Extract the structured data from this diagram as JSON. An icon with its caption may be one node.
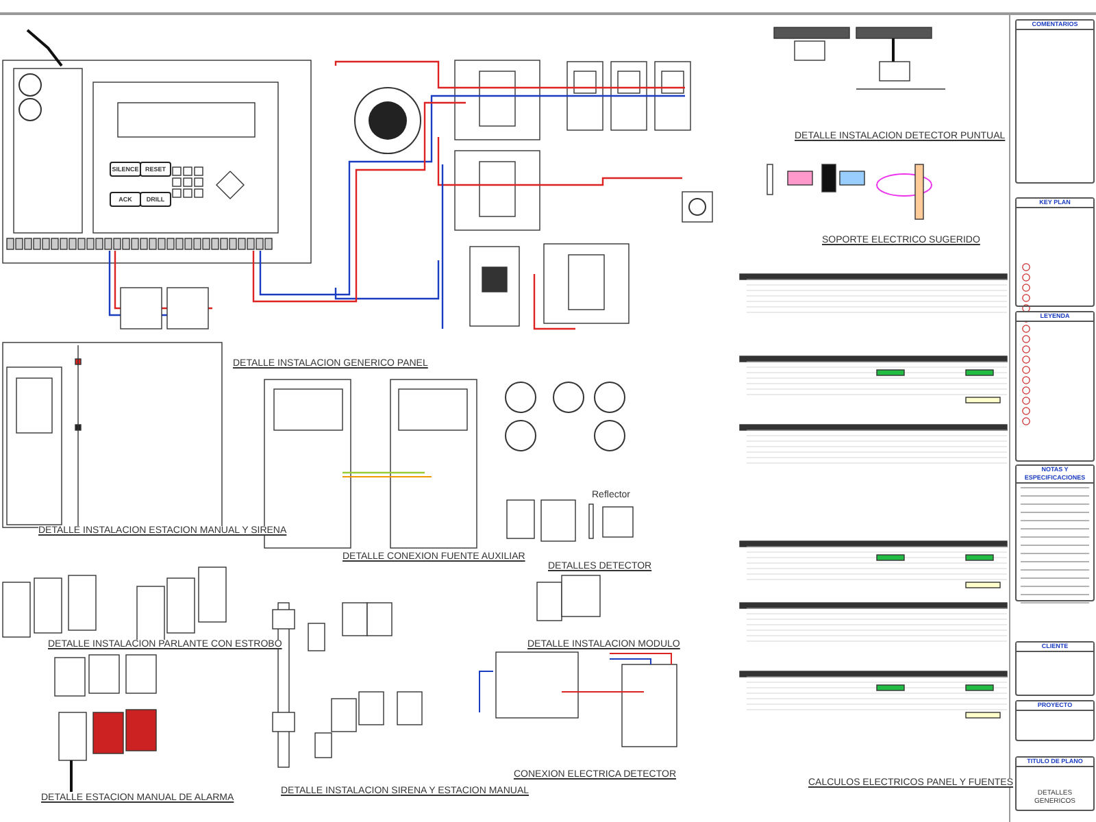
{
  "diagram": {
    "nodes": [
      {
        "text": [
          "COMENTARIOS"
        ]
      },
      {
        "text": [
          "KEY PLAN"
        ]
      },
      {
        "text": [
          "LEYENDA"
        ]
      },
      {
        "text": [
          "NOTAS Y ESPECIFICACIONES"
        ]
      },
      {
        "text": [
          "CLIENTE"
        ]
      },
      {
        "text": [
          "PROYECTO"
        ]
      },
      {
        "text": [
          "TITULO DE PLANO",
          "DETALLES GENERICOS"
        ]
      }
    ],
    "labels": [
      "DETALLE INSTALACION GENERICO PANEL",
      "DETALLE INSTALACION DETECTOR PUNTUAL",
      "SOPORTE ELECTRICO SUGERIDO",
      "DETALLE INSTALACION ESTACION MANUAL Y SIRENA",
      "DETALLE CONEXION FUENTE AUXILIAR",
      "DETALLE INSTALACION PARLANTE CON ESTROBO",
      "DETALLES DETECTOR",
      "Reflector",
      "DETALLE INSTALACION MODULO",
      "DETALLE ESTACION MANUAL DE ALARMA",
      "DETALLE INSTALACION SIRENA Y ESTACION MANUAL",
      "CONEXION ELECTRICA DETECTOR",
      "CALCULOS ELECTRICOS PANEL Y FUENTES",
      "SILENCE",
      "RESET",
      "ACK",
      "DRILL"
    ]
  }
}
